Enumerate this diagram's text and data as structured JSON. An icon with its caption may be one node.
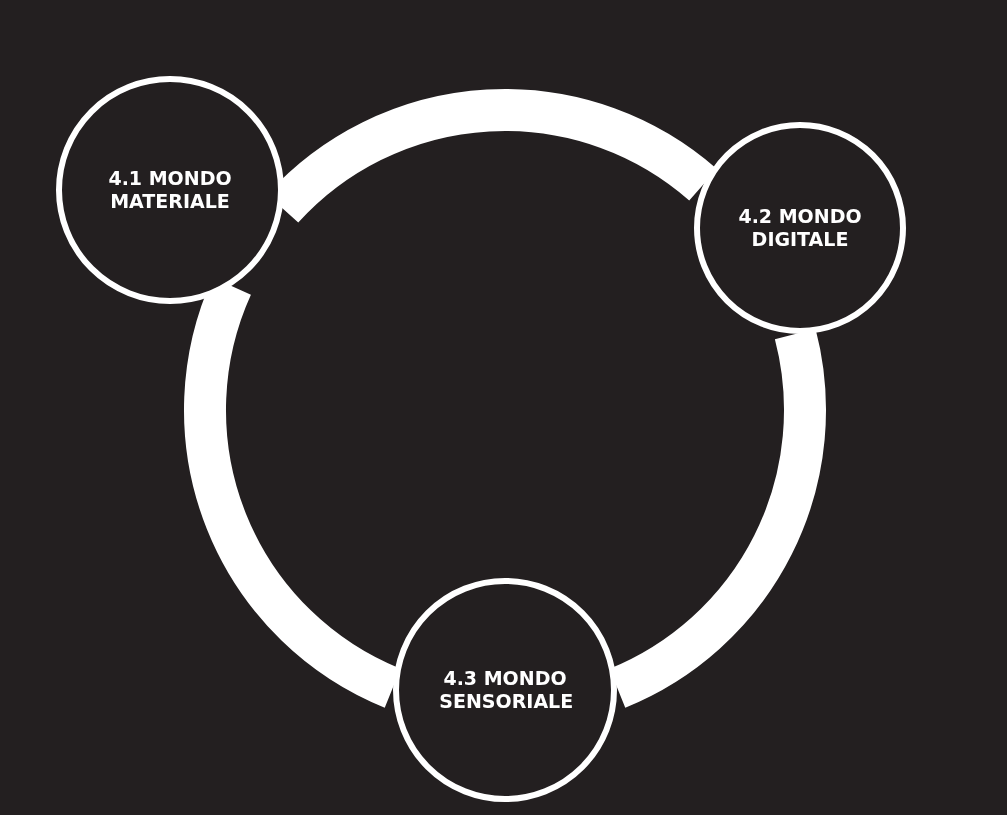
{
  "diagram": {
    "nodes": [
      {
        "text": [
          "4.1 MONDO MATERIALE"
        ]
      },
      {
        "text": [
          "4.2 MONDO DIGITALE"
        ]
      },
      {
        "text": [
          "4.3 MONDO SENSORIALE"
        ]
      }
    ],
    "edges": [
      {
        "from": 0,
        "to": 1,
        "arrow": "none"
      },
      {
        "from": 1,
        "to": 2,
        "arrow": "none"
      },
      {
        "from": 2,
        "to": 0,
        "arrow": "none"
      }
    ]
  }
}
